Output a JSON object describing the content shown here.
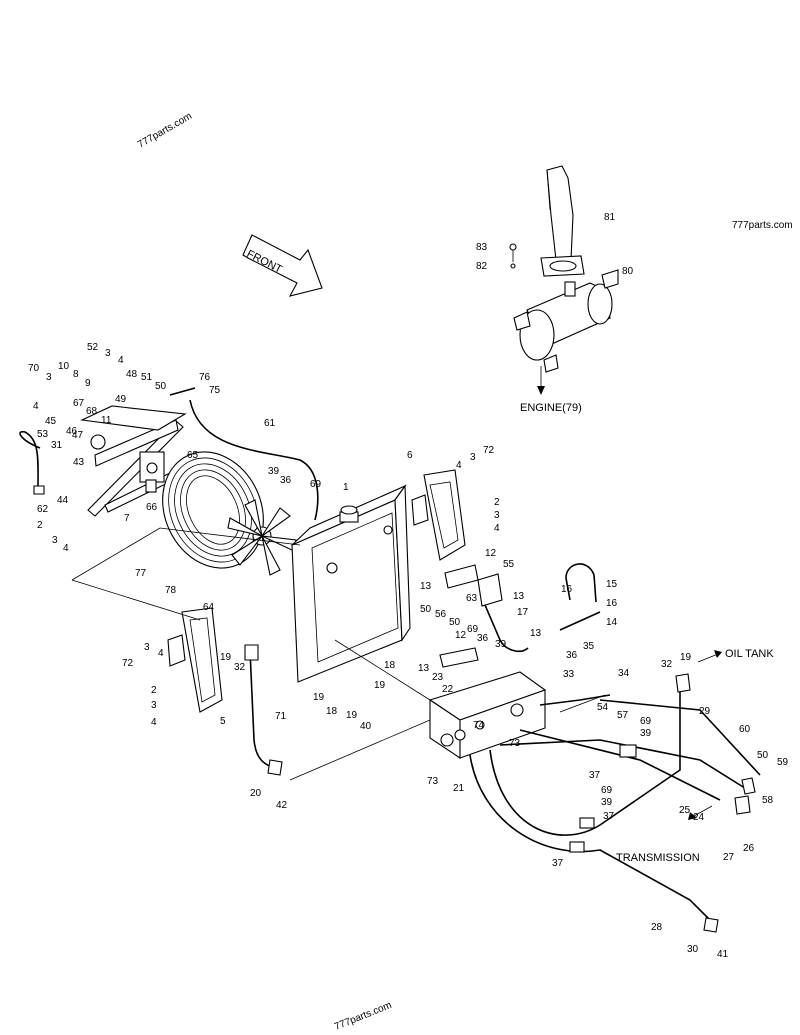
{
  "watermarks": [
    "777parts.com",
    "777parts.com",
    "777parts.com"
  ],
  "texts": {
    "front": "FRONT",
    "engine": "ENGINE(79)",
    "oil_tank": "OIL TANK",
    "transmission": "TRANSMISSION"
  },
  "callouts": [
    "81",
    "83",
    "82",
    "80",
    "52",
    "3",
    "4",
    "70",
    "3",
    "4",
    "10",
    "8",
    "9",
    "48",
    "51",
    "50",
    "76",
    "75",
    "49",
    "67",
    "68",
    "11",
    "45",
    "46",
    "53",
    "31",
    "47",
    "43",
    "44",
    "62",
    "2",
    "3",
    "4",
    "7",
    "66",
    "65",
    "61",
    "39",
    "36",
    "69",
    "77",
    "78",
    "64",
    "1",
    "6",
    "4",
    "3",
    "72",
    "2",
    "3",
    "4",
    "12",
    "55",
    "13",
    "63",
    "13",
    "16",
    "15",
    "16",
    "14",
    "17",
    "13",
    "50",
    "56",
    "50",
    "13",
    "12",
    "69",
    "36",
    "39",
    "36",
    "35",
    "19",
    "18",
    "34",
    "33",
    "32",
    "19",
    "29",
    "23",
    "22",
    "54",
    "57",
    "69",
    "39",
    "73",
    "74",
    "60",
    "50",
    "59",
    "58",
    "72",
    "3",
    "4",
    "2",
    "3",
    "4",
    "5",
    "19",
    "32",
    "19",
    "18",
    "19",
    "40",
    "71",
    "20",
    "42",
    "73",
    "21",
    "37",
    "25",
    "24",
    "26",
    "27",
    "69",
    "39",
    "37",
    "37",
    "28",
    "30",
    "41"
  ]
}
